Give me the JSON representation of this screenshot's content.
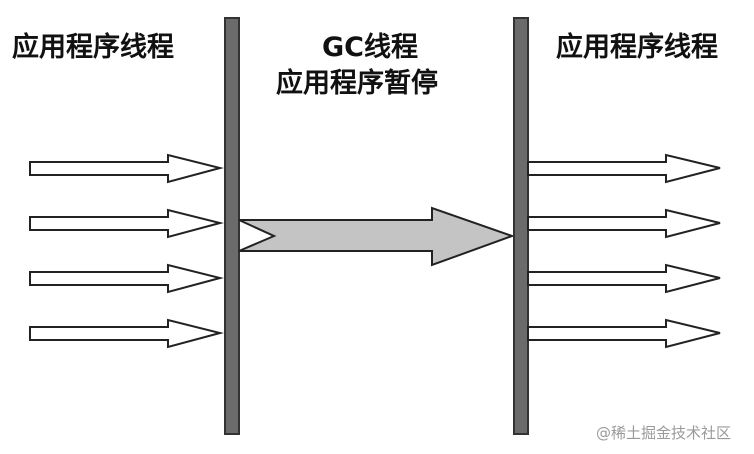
{
  "labels": {
    "left_threads": "应用程序线程",
    "gc_thread": "GC线程",
    "app_pause": "应用程序暂停",
    "right_threads": "应用程序线程"
  },
  "watermark": "@稀土掘金技术社区",
  "colors": {
    "bar": "#6b6b6b",
    "bar_outline": "#333333",
    "gc_arrow_fill": "#c4c4c4",
    "thread_arrow_fill": "#ffffff",
    "stroke": "#222222"
  }
}
